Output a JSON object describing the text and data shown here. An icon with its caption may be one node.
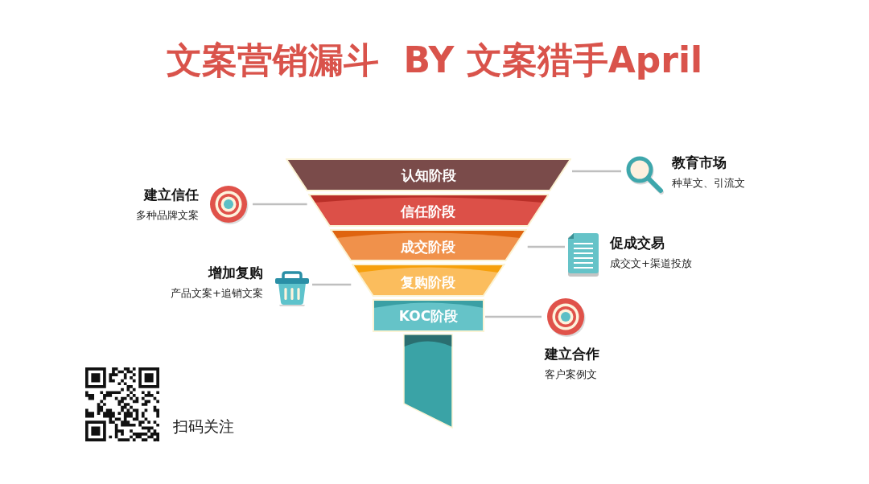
{
  "diagram": {
    "title": "文案营销漏斗  BY 文案猎手April",
    "nodes": [
      {
        "text": [
          "认知阶段"
        ]
      },
      {
        "text": [
          "信任阶段"
        ]
      },
      {
        "text": [
          "成交阶段"
        ]
      },
      {
        "text": [
          "复购阶段"
        ]
      },
      {
        "text": [
          "KOC阶段"
        ]
      },
      {
        "text": [
          "教育市场",
          "种草文、引流文"
        ]
      },
      {
        "text": [
          "建立信任",
          "多种品牌文案"
        ]
      },
      {
        "text": [
          "促成交易",
          "成交文+渠道投放"
        ]
      },
      {
        "text": [
          "增加复购",
          "产品文案+追销文案"
        ]
      },
      {
        "text": [
          "建立合作",
          "客户案例文"
        ]
      }
    ],
    "edges": [
      {
        "from": 0,
        "to": 5,
        "arrow": "none"
      },
      {
        "from": 1,
        "to": 6,
        "arrow": "none"
      },
      {
        "from": 2,
        "to": 7,
        "arrow": "none"
      },
      {
        "from": 3,
        "to": 8,
        "arrow": "none"
      },
      {
        "from": 4,
        "to": 9,
        "arrow": "none"
      }
    ],
    "labels": [
      "扫码关注"
    ]
  }
}
